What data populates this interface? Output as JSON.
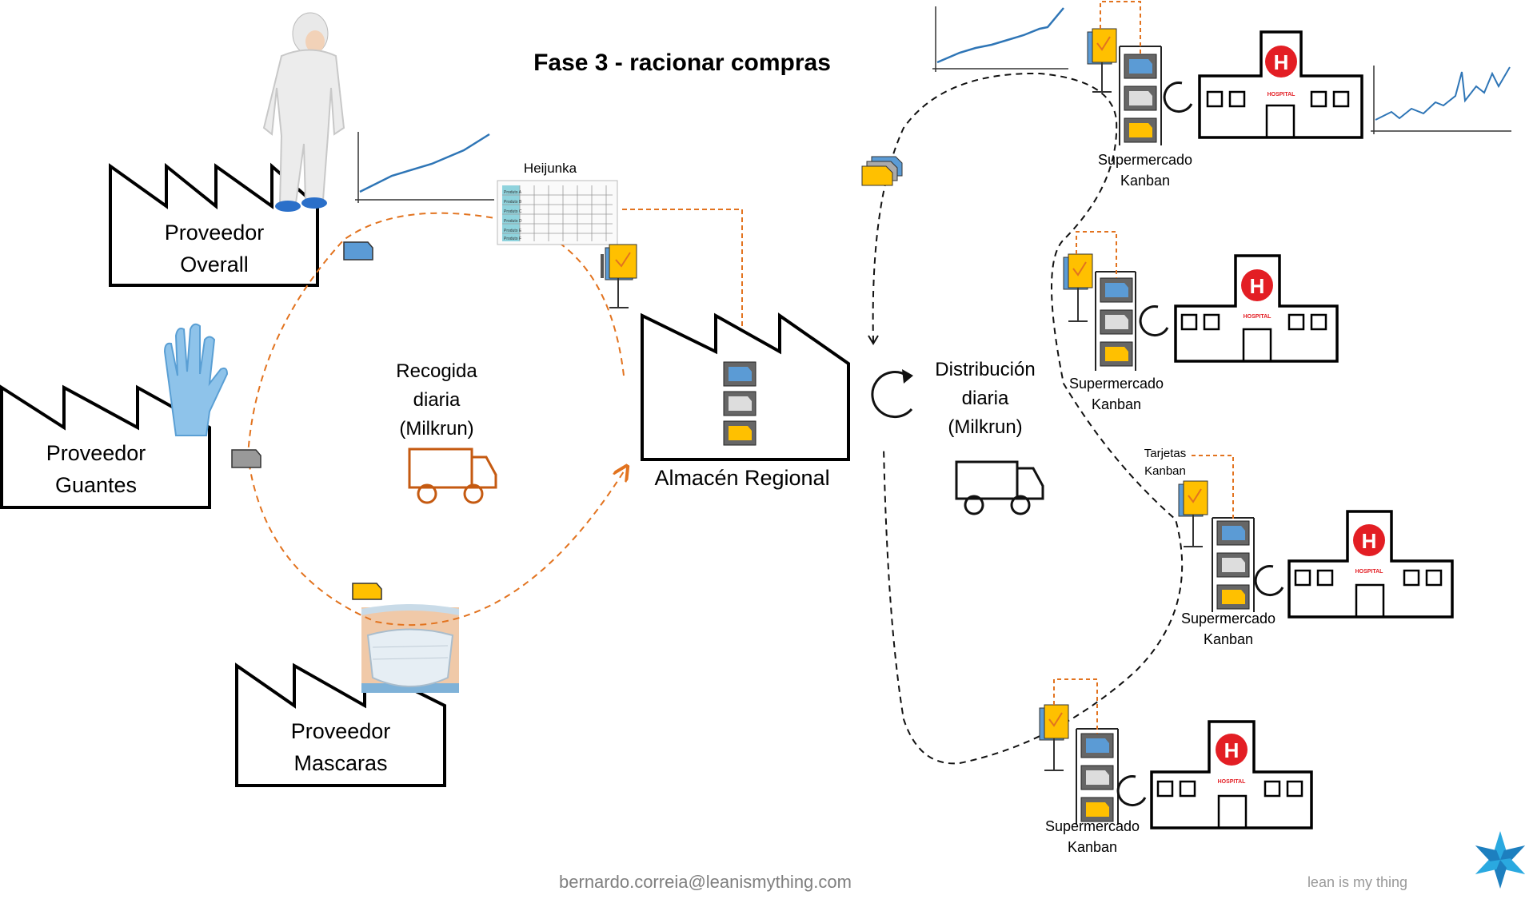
{
  "title": "Fase 3 -  racionar compras",
  "suppliers": [
    {
      "id": "overall",
      "line1": "Proveedor",
      "line2": "Overall"
    },
    {
      "id": "guantes",
      "line1": "Proveedor",
      "line2": "Guantes"
    },
    {
      "id": "mascaras",
      "line1": "Proveedor",
      "line2": "Mascaras"
    }
  ],
  "heijunka_label": "Heijunka",
  "heijunka_rows": [
    "Produto A",
    "Produto B",
    "Produto C",
    "Produto D",
    "Produto E",
    "Produto F"
  ],
  "collection": {
    "line1": "Recogida",
    "line2": "diaria",
    "line3": "(Milkrun)"
  },
  "warehouse_label": "Almacén Regional",
  "distribution": {
    "line1": "Distribución",
    "line2": "diaria",
    "line3": "(Milkrun)"
  },
  "hospital_sign": "HOSPITAL",
  "hospital_letter": "H",
  "supermarket": {
    "line1": "Supermercado",
    "line2": "Kanban"
  },
  "kanban_cards": {
    "line1": "Tarjetas",
    "line2": "Kanban"
  },
  "email": "bernardo.correia@leanismything.com",
  "logo_text": "lean is my thing",
  "colors": {
    "orange_dash": "#e2731f",
    "black_dash": "#111111",
    "blue_card": "#5b9bd5",
    "yellow_card": "#ffc000",
    "grey_card": "#999999",
    "truck_orange": "#c55a11",
    "hospital_red": "#e31e24",
    "chart_blue": "#2e75b6"
  }
}
